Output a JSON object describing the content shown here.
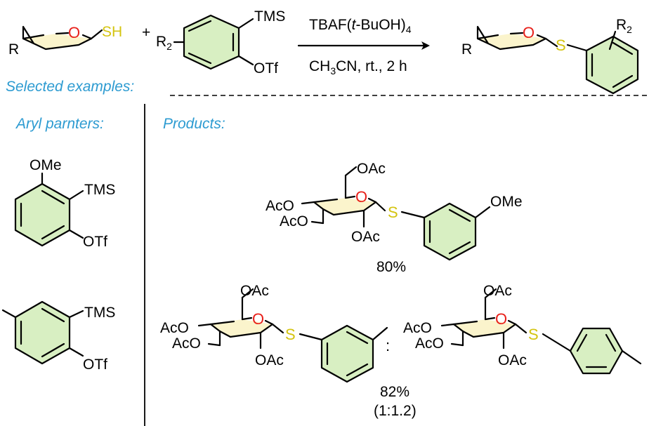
{
  "reaction": {
    "reactant1": {
      "r_label": "R",
      "ring_atom": "O",
      "thiol": "SH"
    },
    "plus": "+",
    "reactant2": {
      "r_label": "R",
      "r_sub": "2",
      "tms": "TMS",
      "otf": "OTf"
    },
    "reagent_top": {
      "prefix": "TBAF(",
      "italic": "t",
      "mid": "-BuOH)",
      "sub": "4"
    },
    "conditions": {
      "a": "CH",
      "sub": "3",
      "b": "CN, rt., 2 h"
    },
    "product": {
      "r_label": "R",
      "ring_atom": "O",
      "s_atom": "S",
      "r2": "R",
      "r2_sub": "2"
    }
  },
  "sections": {
    "selected_examples": "Selected examples:",
    "aryl_partners": "Aryl parnters:",
    "products": "Products:"
  },
  "aryl_partners": [
    {
      "top": "OMe",
      "tms": "TMS",
      "otf": "OTf"
    },
    {
      "tms": "TMS",
      "otf": "OTf"
    }
  ],
  "products": [
    {
      "ch2": "OAc",
      "c4": "AcO",
      "c3": "AcO",
      "c2": "OAc",
      "ring_atom": "O",
      "s_atom": "S",
      "aryl_sub": "OMe",
      "yield": "80%"
    },
    {
      "meta": {
        "ch2": "OAc",
        "c4": "AcO",
        "c3": "AcO",
        "c2": "OAc",
        "ring_atom": "O",
        "s_atom": "S"
      },
      "separator": ":",
      "para": {
        "ch2": "OAc",
        "c4": "AcO",
        "c3": "AcO",
        "c2": "OAc",
        "ring_atom": "O",
        "s_atom": "S"
      },
      "yield": "82%",
      "ratio": "(1:1.2)"
    }
  ],
  "colors": {
    "oxygen": "#e8201a",
    "sulfur": "#d4c410",
    "section_text": "#2d9bd1",
    "pyranose_fill": "#fbf4cc",
    "arene_fill": "#d8efc2"
  }
}
